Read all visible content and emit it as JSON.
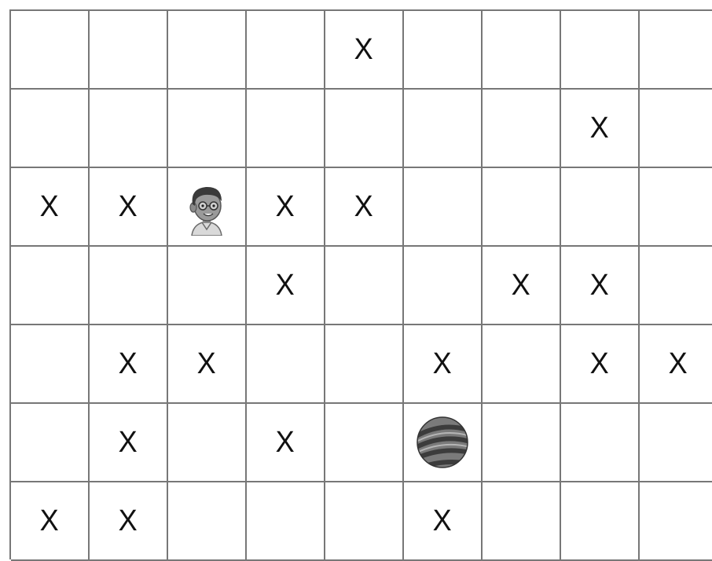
{
  "board": {
    "rows": 7,
    "cols": 9,
    "mark_symbol": "X",
    "cells": [
      [
        "",
        "",
        "",
        "",
        "X",
        "",
        "",
        "",
        ""
      ],
      [
        "",
        "",
        "",
        "",
        "",
        "",
        "",
        "X",
        ""
      ],
      [
        "X",
        "X",
        "@player",
        "X",
        "X",
        "",
        "",
        "",
        ""
      ],
      [
        "",
        "",
        "",
        "X",
        "",
        "",
        "X",
        "X",
        ""
      ],
      [
        "",
        "X",
        "X",
        "",
        "",
        "X",
        "",
        "X",
        "X"
      ],
      [
        "",
        "X",
        "",
        "X",
        "",
        "@ball",
        "",
        "",
        ""
      ],
      [
        "X",
        "X",
        "",
        "",
        "",
        "X",
        "",
        "",
        ""
      ]
    ]
  },
  "pieces": {
    "player": {
      "icon": "boy-face-icon",
      "row": 3,
      "col": 3
    },
    "ball": {
      "icon": "striped-ball-icon",
      "row": 6,
      "col": 6
    }
  },
  "colors": {
    "grid_line": "#777777",
    "mark": "#111111",
    "background": "#ffffff"
  }
}
